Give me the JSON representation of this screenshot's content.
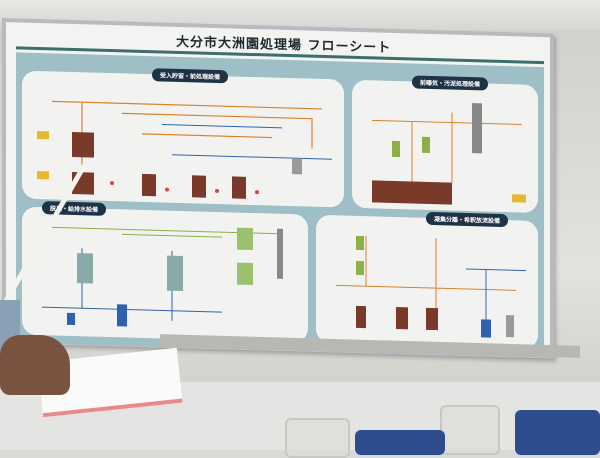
{
  "board": {
    "title": "大分市大洲園処理場 フローシート",
    "sections": [
      {
        "label": "受入貯留・前処理設備"
      },
      {
        "label": "前曝気・汚泥処理設備"
      },
      {
        "label": "脱臭・給排水設備"
      },
      {
        "label": "凝集分離・希釈放流設備"
      }
    ]
  },
  "colors": {
    "sheet": "#9ebfc6",
    "badge": "#1f3346",
    "pipe_orange": "#d9822b",
    "pipe_blue": "#2e62b0",
    "tank_brown": "#7a3a2a"
  }
}
